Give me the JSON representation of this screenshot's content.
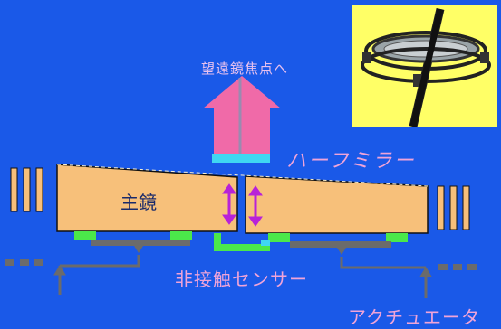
{
  "labels": {
    "telescope_focus": "望遠鏡焦点へ",
    "half_mirror": "ハーフミラー",
    "primary_mirror": "主鏡",
    "non_contact_sensor": "非接触センサー",
    "actuator": "アクチュエータ"
  },
  "colors": {
    "background": "#1a59e8",
    "mirror_fill": "#f7c07a",
    "beam_pink": "#f06aa8",
    "half_mirror_cyan": "#3fd7f2",
    "sensor_green": "#4be84a",
    "sensor_arrow_purple": "#b822d8",
    "label_pink": "#f0a4d8",
    "inset_yellow": "#ffff66"
  }
}
